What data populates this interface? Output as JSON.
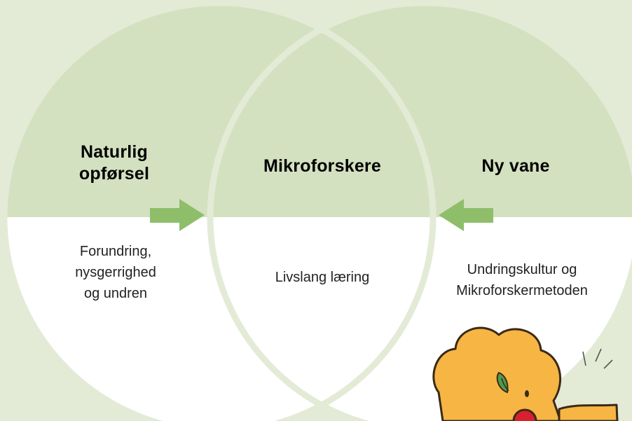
{
  "colors": {
    "background": "#e3ebd6",
    "circle_top": "#d3e1c0",
    "circle_bottom": "#ffffff",
    "circle_outline": "#e3ebd6",
    "arrow": "#8fbe6b",
    "mascot_body": "#f7b544",
    "mascot_outline": "#3a2a14",
    "mascot_leaf": "#4f9b4c",
    "mascot_nose": "#d8202f"
  },
  "left": {
    "heading_lines": [
      "Naturlig",
      "opførsel"
    ],
    "body_lines": [
      "Forundring,",
      "nysgerrighed",
      "og undren"
    ]
  },
  "center": {
    "heading": "Mikroforskere",
    "body": "Livslang læring"
  },
  "right": {
    "heading": "Ny vane",
    "body_lines": [
      "Undringskultur og",
      "Mikroforskermetoden"
    ]
  },
  "arrows": {
    "left_direction": "right",
    "right_direction": "left"
  },
  "decoration": {
    "mascot_icon": "orange-bird-mascot-icon"
  }
}
